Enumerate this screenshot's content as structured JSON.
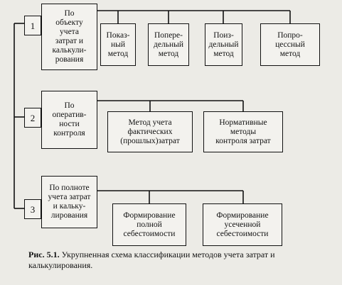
{
  "diagram": {
    "rows": [
      {
        "number": "1",
        "category": "По\nобъекту\nучета\nзатрат и\nкалькули-\nрования",
        "methods": [
          "Показ-\nный\nметод",
          "Попере-\nдельный\nметод",
          "Поиз-\nдельный\nметод",
          "Попро-\nцессный\nметод"
        ]
      },
      {
        "number": "2",
        "category": "По\nоператив-\nности\nконтроля",
        "methods": [
          "Метод учета\nфактических\n(прошлых)затрат",
          "Нормативные\nметоды\nконтроля затрат"
        ]
      },
      {
        "number": "3",
        "category": "По полноте\nучета затрат\nи кальку-\nлирования",
        "methods": [
          "Формирование\nполной\nсебестоимости",
          "Формирование\nусеченной\nсебестоимости"
        ]
      }
    ],
    "caption": {
      "label": "Рис. 5.1.",
      "text": "Укрупненная схема классификации методов учета затрат и калькулирования."
    }
  }
}
